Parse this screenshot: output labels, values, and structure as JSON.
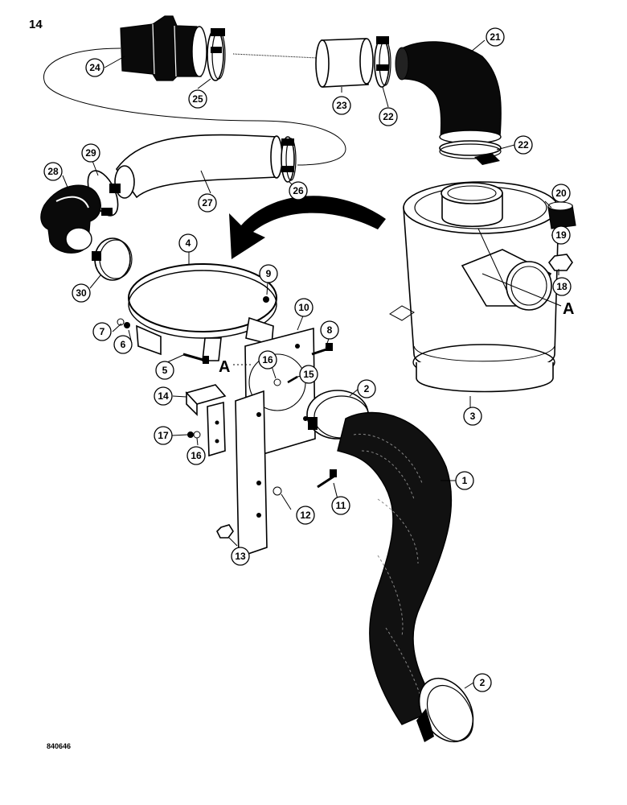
{
  "page_number": "14",
  "drawing_code": "840646",
  "reference_label": "A",
  "callouts": [
    "1",
    "2",
    "2",
    "3",
    "4",
    "5",
    "6",
    "7",
    "8",
    "9",
    "10",
    "11",
    "12",
    "13",
    "14",
    "15",
    "16",
    "16",
    "17",
    "18",
    "19",
    "20",
    "21",
    "22",
    "22",
    "23",
    "24",
    "25",
    "26",
    "27",
    "28",
    "29",
    "30"
  ],
  "colors": {
    "ink": "#000000",
    "paper": "#ffffff"
  }
}
